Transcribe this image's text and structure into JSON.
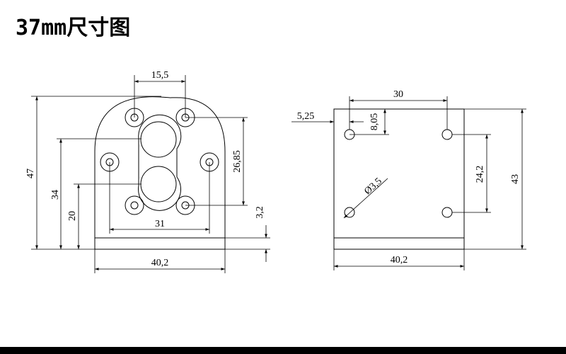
{
  "title": "37mm尺寸图",
  "left_view": {
    "dims": {
      "d_15_5": "15,5",
      "d_47": "47",
      "d_34": "34",
      "d_20": "20",
      "d_26_85": "26,85",
      "d_31": "31",
      "d_3_2": "3,2",
      "d_40_2": "40,2"
    }
  },
  "right_view": {
    "dims": {
      "d_30": "30",
      "d_5_25": "5,25",
      "d_8_05": "8,05",
      "d_24_2": "24,2",
      "d_43": "43",
      "d_phi_3_5": "Ø3,5",
      "d_40_2": "40,2"
    }
  },
  "colors": {
    "line": "#000000",
    "background": "#ffffff",
    "bar": "#000000"
  }
}
